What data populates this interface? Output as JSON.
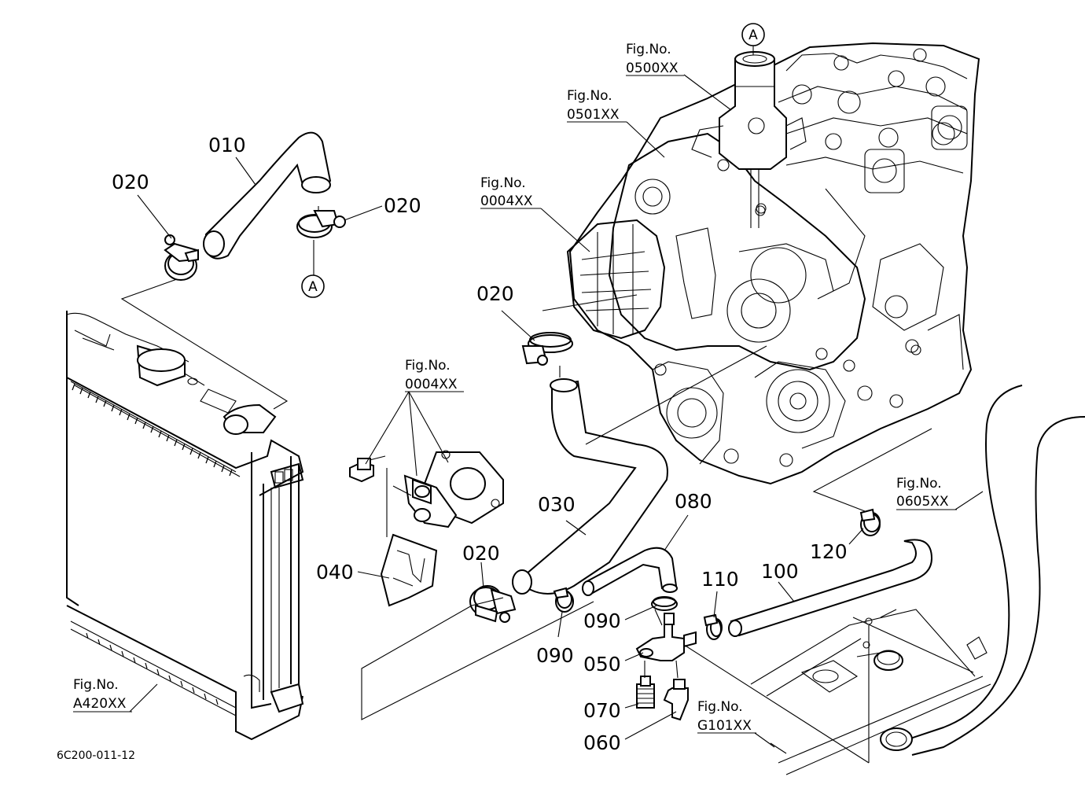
{
  "diagram_code": "6C200-011-12",
  "callouts": {
    "c010": "010",
    "c020_top_left": "020",
    "c020_top_right": "020",
    "c020_mid": "020",
    "c020_low": "020",
    "c030": "030",
    "c040": "040",
    "c050": "050",
    "c060": "060",
    "c070": "070",
    "c080": "080",
    "c090_left": "090",
    "c090_right": "090",
    "c100": "100",
    "c110": "110",
    "c120": "120"
  },
  "connectors": {
    "top": "A",
    "bottom": "A"
  },
  "fig_refs": [
    {
      "prefix": "Fig.No.",
      "code": "0500XX"
    },
    {
      "prefix": "Fig.No.",
      "code": "0501XX"
    },
    {
      "prefix": "Fig.No.",
      "code": "0004XX"
    },
    {
      "prefix": "Fig.No.",
      "code": "0004XX"
    },
    {
      "prefix": "Fig.No.",
      "code": "0605XX"
    },
    {
      "prefix": "Fig.No.",
      "code": "A420XX"
    },
    {
      "prefix": "Fig.No.",
      "code": "G101XX"
    }
  ]
}
